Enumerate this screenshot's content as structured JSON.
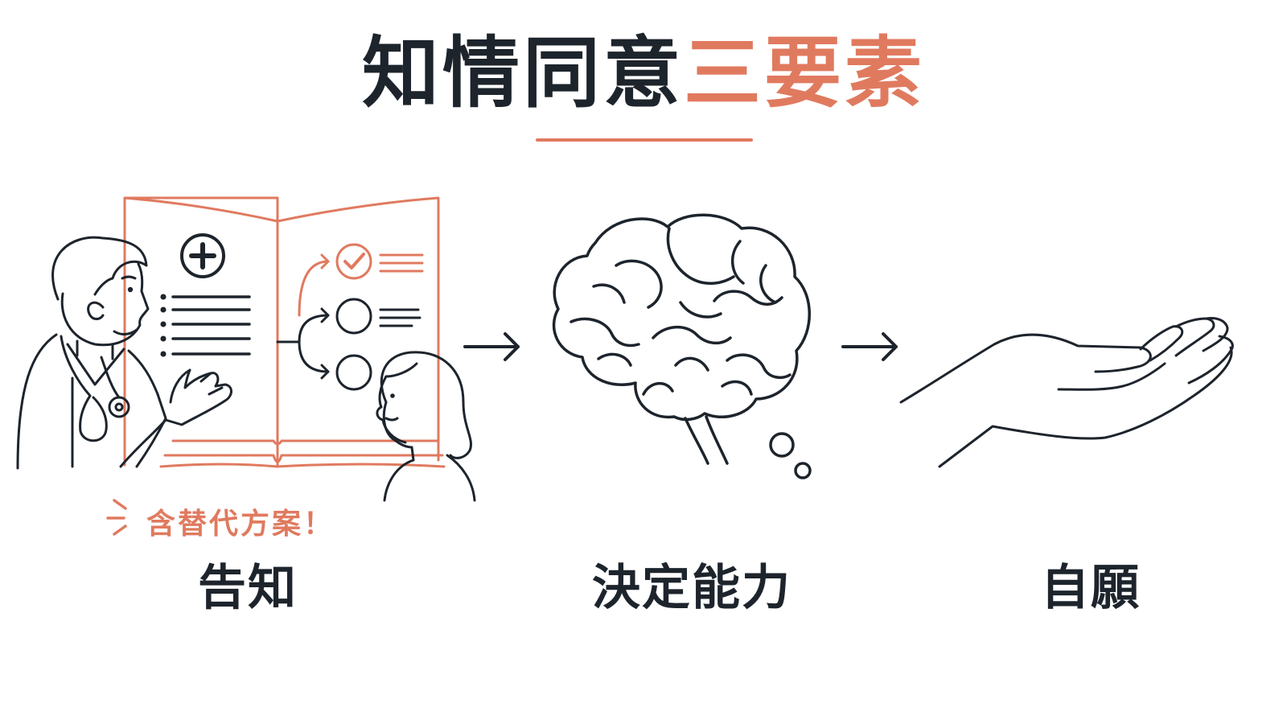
{
  "title": {
    "main": "知情同意",
    "accent": "三要素"
  },
  "note": {
    "text": "含替代方案！"
  },
  "elements": [
    {
      "label": "告知",
      "icon": "doctor-explaining-to-patient-icon"
    },
    {
      "label": "決定能力",
      "icon": "brain-icon"
    },
    {
      "label": "自願",
      "icon": "open-hand-icon"
    }
  ],
  "colors": {
    "ink": "#1d242c",
    "accent": "#e07a5f"
  }
}
